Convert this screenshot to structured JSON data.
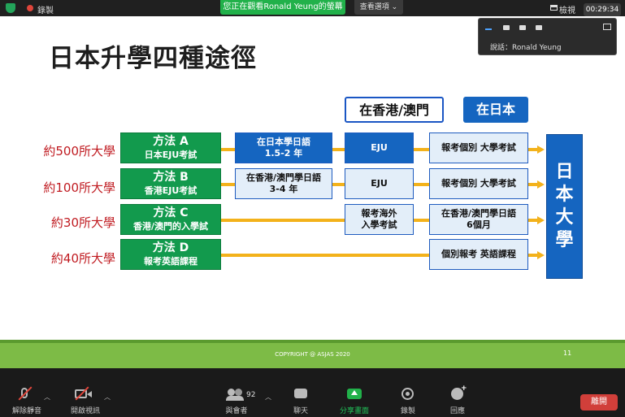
{
  "topbar": {
    "record_label": "錄製",
    "viewing_banner": "您正在觀看Ronald Yeung的螢幕",
    "view_options": "查看選項 ⌄",
    "view_mode": "檢視",
    "timer": "00:29:34"
  },
  "slide": {
    "title": "日本升學四種途徑",
    "headers": {
      "hongkong_macau": "在香港/澳門",
      "japan": "在日本"
    },
    "rows": [
      {
        "count": "約500所大學",
        "method": "方法 A",
        "method_desc": "日本EJU考試",
        "step1": [
          "在日本學日語",
          "1.5-2 年"
        ],
        "step2": "EJU",
        "step3": [
          "報考個別 大學考試"
        ]
      },
      {
        "count": "約100所大學",
        "method": "方法 B",
        "method_desc": "香港EJU考試",
        "step1": [
          "在香港/澳門學日語",
          "3-4 年"
        ],
        "step2": "EJU",
        "step3": [
          "報考個別 大學考試"
        ]
      },
      {
        "count": "約30所大學",
        "method": "方法 C",
        "method_desc": "香港/澳門的入學試",
        "step2": [
          "報考海外",
          "入學考試"
        ],
        "step3": [
          "在香港/澳門學日語",
          "6個月"
        ]
      },
      {
        "count": "約40所大學",
        "method": "方法 D",
        "method_desc": "報考英語課程",
        "step3": [
          "個別報考 英語課程"
        ]
      }
    ],
    "destination": [
      "日",
      "本",
      "大",
      "學"
    ],
    "copyright": "COPYRIGHT @ ASJAS 2020",
    "page_number": "11"
  },
  "floating_window": {
    "speaker": "說話：Ronald Yeung"
  },
  "toolbar": {
    "unmute": "解除靜音",
    "start_video": "開啟視訊",
    "participants": "與會者",
    "participant_count": "92",
    "chat": "聊天",
    "share_screen": "分享畫面",
    "record": "錄製",
    "reactions": "回應",
    "leave": "離開"
  },
  "colors": {
    "green": "#129a4d",
    "blue": "#1565c0",
    "arrow": "#f3b21b",
    "count_red": "#c01b21",
    "footer": "#7dbb46"
  }
}
